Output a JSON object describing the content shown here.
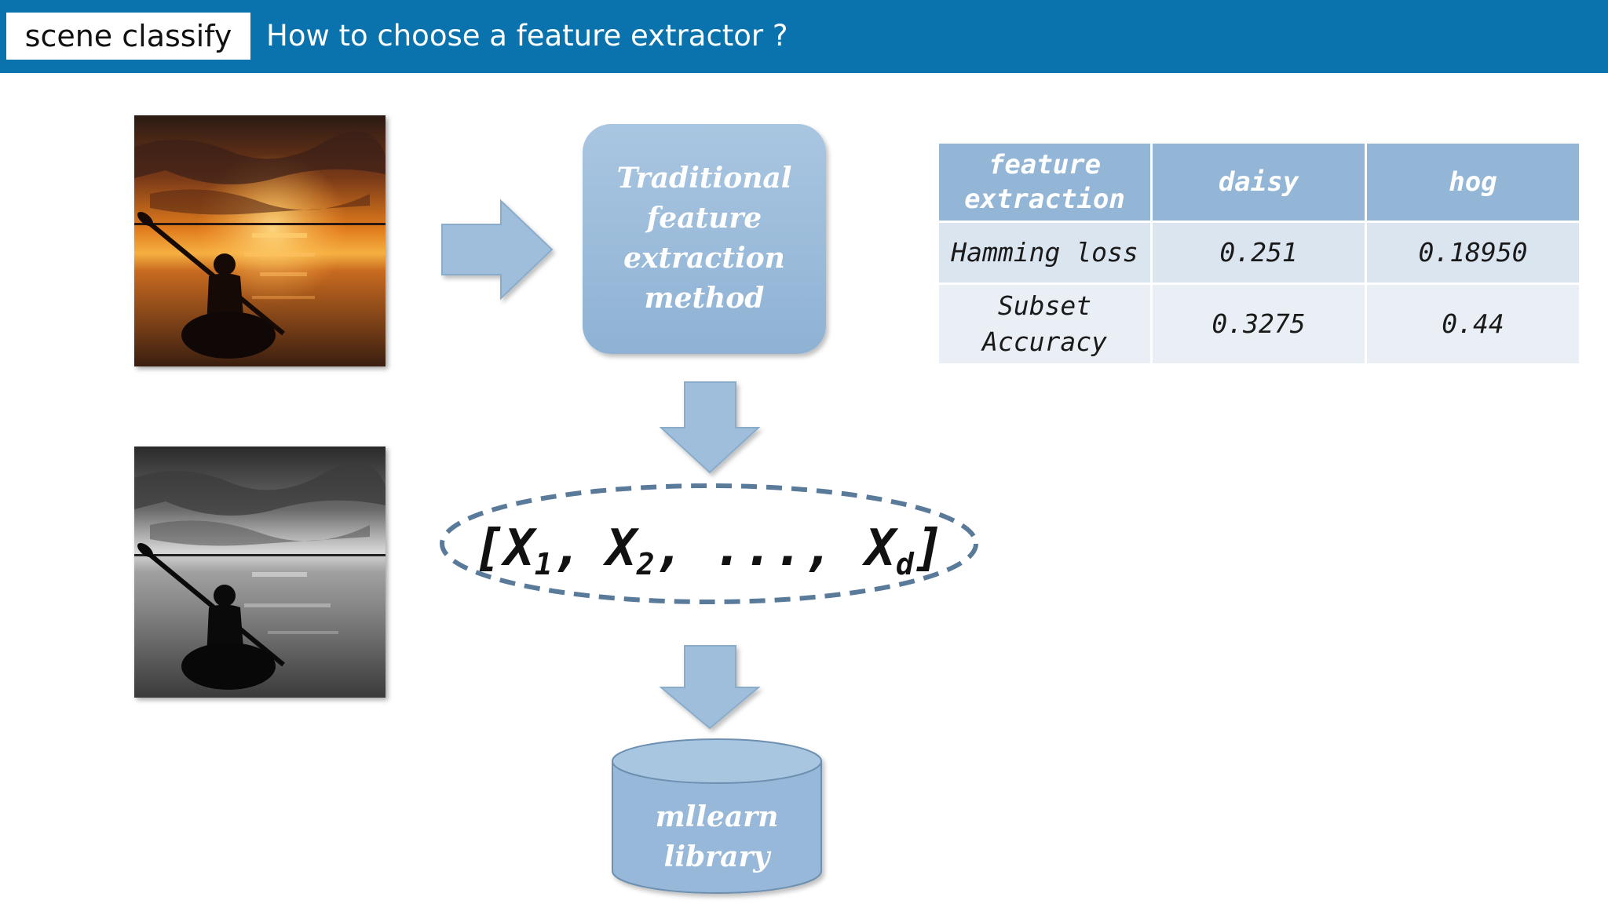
{
  "header": {
    "badge": "scene classify",
    "title": "How to choose a feature extractor ?"
  },
  "colors": {
    "header_bg": "#0a73ad",
    "box_fill": "#9dbedc",
    "arrow_fill": "#9fbedc",
    "table_header_bg": "#94b6d6",
    "table_row1_bg": "#dbe5ef",
    "table_row2_bg": "#e9eff5",
    "dashed_ellipse": "#5a7a9a"
  },
  "diagram": {
    "method_box": [
      "Traditional",
      "feature",
      "extraction",
      "method"
    ],
    "vector": {
      "open": "[",
      "x1": "X",
      "sub1": "1",
      "x2": "X",
      "sub2": "2",
      "dots": "...",
      "xd": "X",
      "subd": "d",
      "close": "]",
      "comma": ","
    },
    "library": [
      "mllearn",
      "library"
    ]
  },
  "table": {
    "headers": [
      [
        "feature",
        "extraction"
      ],
      "daisy",
      "hog"
    ],
    "rows": [
      {
        "label": [
          "Hamming loss"
        ],
        "values": [
          "0.251",
          "0.18950"
        ]
      },
      {
        "label": [
          "Subset",
          "Accuracy"
        ],
        "values": [
          "0.3275",
          "0.44"
        ]
      }
    ]
  }
}
